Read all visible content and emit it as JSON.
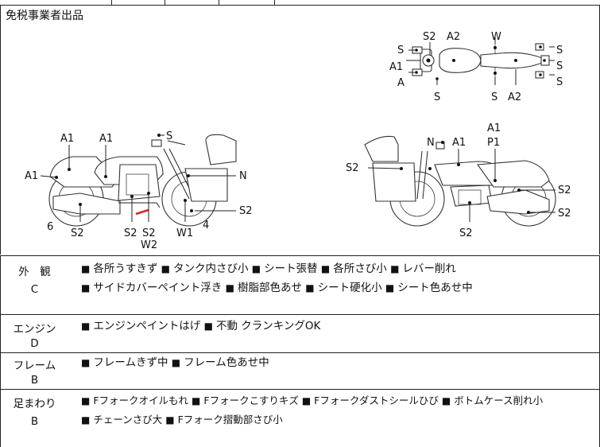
{
  "header": {
    "tax_exempt_label": "免税事業者出品"
  },
  "diagram_labels": {
    "top_view": [
      "S2",
      "A2",
      "W",
      "S",
      "A1",
      "A",
      "S",
      "S",
      "S",
      "S",
      "S",
      "A2"
    ],
    "left_view": [
      "A1",
      "A1",
      "S",
      "A1",
      "N",
      "S2",
      "6",
      "S2",
      "S2",
      "S2",
      "W1",
      "4",
      "W2"
    ],
    "right_view": [
      "N",
      "A1",
      "A1",
      "P1",
      "S2",
      "S2",
      "S2",
      "S2"
    ]
  },
  "condition_rows": [
    {
      "category": "外　観",
      "grade": "C",
      "items": [
        "各所うすきず",
        "タンク内さび小",
        "シート張替",
        "各所さび小",
        "レバー削れ",
        "サイドカバーペイント浮き",
        "樹脂部色あせ",
        "シート硬化小",
        "シート色あせ中"
      ]
    },
    {
      "category": "エンジン",
      "grade": "D",
      "items": [
        "エンジンペイントはげ",
        "不動 クランキングOK"
      ]
    },
    {
      "category": "フレーム",
      "grade": "B",
      "items": [
        "フレームきず中",
        "フレーム色あせ中"
      ]
    },
    {
      "category": "足まわり",
      "grade": "B",
      "items": [
        "Fフォークオイルもれ",
        "Fフォークこすりキズ",
        "Fフォークダストシールひび",
        "ボトムケース削れ小",
        "チェーンさび大",
        "Fフォーク摺動部さび小"
      ]
    }
  ]
}
